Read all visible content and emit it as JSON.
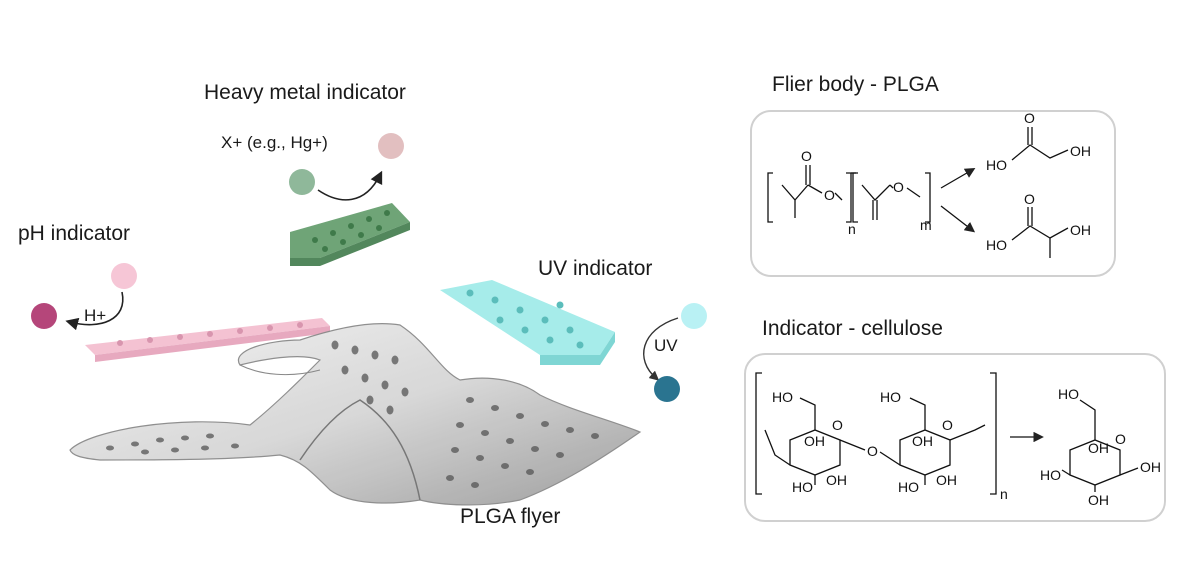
{
  "labels": {
    "heavy_metal_title": "Heavy metal indicator",
    "heavy_metal_example": "X+ (e.g., Hg+)",
    "ph_title": "pH indicator",
    "ph_reagent": "H+",
    "uv_title": "UV indicator",
    "uv_reagent": "UV",
    "flyer_label": "PLGA flyer",
    "plga_panel_title": "Flier body - PLGA",
    "cellulose_panel_title": "Indicator - cellulose"
  },
  "plga_structure": {
    "atom_O": "O",
    "subscript_n": "n",
    "subscript_m": "m",
    "product1_HO": "HO",
    "product1_OH": "OH",
    "product2_HO": "HO",
    "product2_OH": "OH"
  },
  "cellulose_structure": {
    "HO": "HO",
    "OH": "OH",
    "O": "O",
    "subscript_n": "n"
  },
  "colors": {
    "ph_before": "#f6c6d6",
    "ph_after": "#b5467a",
    "heavy_metal_before": "#8fb89a",
    "heavy_metal_after": "#e2bfc0",
    "uv_before": "#b9f1f4",
    "uv_after": "#2a7490",
    "green_strip": "#5f9a68",
    "pink_strip": "#f4c2d2",
    "cyan_strip": "#a6ecea",
    "panel_border": "#d0d0d0"
  }
}
